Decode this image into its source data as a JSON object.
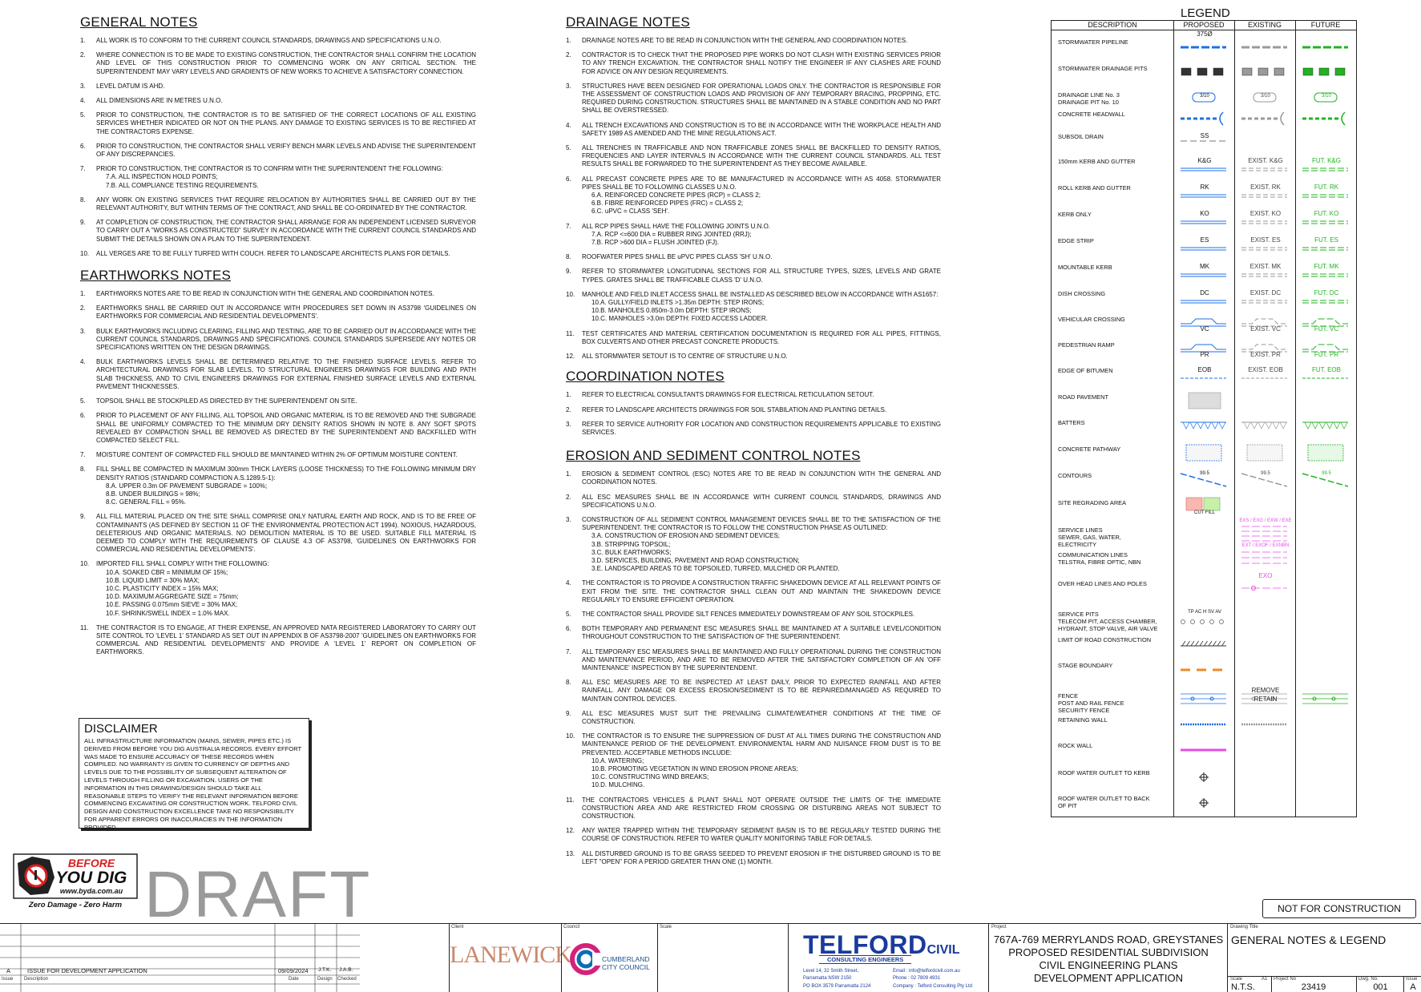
{
  "general": {
    "heading": "GENERAL NOTES",
    "notes": [
      {
        "num": "1.",
        "text": "ALL WORK IS TO CONFORM TO THE CURRENT COUNCIL STANDARDS, DRAWINGS AND SPECIFICATIONS U.N.O."
      },
      {
        "num": "2.",
        "text": "WHERE CONNECTION IS TO BE MADE TO EXISTING CONSTRUCTION, THE CONTRACTOR SHALL CONFIRM THE LOCATION AND LEVEL OF THIS CONSTRUCTION PRIOR TO COMMENCING WORK ON ANY CRITICAL SECTION. THE SUPERINTENDENT MAY VARY LEVELS AND GRADIENTS OF NEW WORKS TO ACHIEVE A SATISFACTORY CONNECTION."
      },
      {
        "num": "3.",
        "text": "LEVEL DATUM IS AHD."
      },
      {
        "num": "4.",
        "text": "ALL DIMENSIONS ARE IN METRES U.N.O."
      },
      {
        "num": "5.",
        "text": "PRIOR TO CONSTRUCTION, THE CONTRACTOR IS TO BE SATISFIED OF THE CORRECT LOCATIONS OF ALL EXISTING SERVICES WHETHER INDICATED OR NOT ON THE PLANS. ANY DAMAGE TO EXISTING SERVICES IS TO BE RECTIFIED AT THE CONTRACTORS EXPENSE."
      },
      {
        "num": "6.",
        "text": "PRIOR TO CONSTRUCTION, THE CONTRACTOR SHALL VERIFY BENCH MARK LEVELS AND ADVISE THE SUPERINTENDENT OF ANY DISCREPANCIES."
      },
      {
        "num": "7.",
        "text": "PRIOR TO CONSTRUCTION, THE CONTRACTOR IS TO CONFIRM WITH THE SUPERINTENDENT THE FOLLOWING:",
        "subs": [
          "7.A.    ALL INSPECTION HOLD POINTS;",
          "7.B.    ALL COMPLIANCE TESTING REQUIREMENTS."
        ]
      },
      {
        "num": "8.",
        "text": "ANY WORK ON EXISTING SERVICES THAT REQUIRE RELOCATION BY AUTHORITIES SHALL BE CARRIED OUT BY THE RELEVANT AUTHORITY, BUT WITHIN TERMS OF THE CONTRACT, AND SHALL BE CO-ORDINATED BY THE CONTRACTOR."
      },
      {
        "num": "9.",
        "text": "AT COMPLETION OF CONSTRUCTION, THE CONTRACTOR SHALL ARRANGE FOR AN INDEPENDENT LICENSED SURVEYOR TO CARRY OUT A \"WORKS AS CONSTRUCTED\" SURVEY IN ACCORDANCE WITH THE CURRENT COUNCIL STANDARDS AND SUBMIT THE DETAILS SHOWN ON A PLAN TO THE SUPERINTENDENT."
      },
      {
        "num": "10.",
        "text": "ALL VERGES ARE TO BE FULLY TURFED WITH COUCH. REFER TO LANDSCAPE ARCHITECTS PLANS FOR DETAILS."
      }
    ]
  },
  "earthworks": {
    "heading": "EARTHWORKS NOTES",
    "notes": [
      {
        "num": "1.",
        "text": "EARTHWORKS NOTES ARE TO BE READ IN CONJUNCTION WITH THE GENERAL AND COORDINATION NOTES."
      },
      {
        "num": "2.",
        "text": "EARTHWORKS SHALL BE CARRIED OUT IN ACCORDANCE WITH PROCEDURES SET DOWN IN AS3798 'GUIDELINES ON EARTHWORKS FOR COMMERCIAL AND RESIDENTIAL DEVELOPMENTS'."
      },
      {
        "num": "3.",
        "text": "BULK EARTHWORKS INCLUDING CLEARING, FILLING AND TESTING, ARE TO BE CARRIED OUT IN ACCORDANCE WITH THE CURRENT COUNCIL STANDARDS, DRAWINGS AND SPECIFICATIONS. COUNCIL STANDARDS SUPERSEDE ANY NOTES OR SPECIFICATIONS WRITTEN ON THE DESIGN DRAWINGS."
      },
      {
        "num": "4.",
        "text": "BULK EARTHWORKS LEVELS SHALL BE DETERMINED RELATIVE TO THE FINISHED SURFACE LEVELS. REFER TO ARCHITECTURAL DRAWINGS FOR SLAB LEVELS, TO STRUCTURAL ENGINEERS DRAWINGS FOR BUILDING AND PATH SLAB THICKNESS, AND TO CIVIL ENGINEERS DRAWINGS FOR EXTERNAL FINISHED SURFACE LEVELS AND EXTERNAL PAVEMENT THICKNESSES."
      },
      {
        "num": "5.",
        "text": "TOPSOIL SHALL BE STOCKPILED AS DIRECTED BY THE SUPERINTENDENT ON SITE."
      },
      {
        "num": "6.",
        "text": "PRIOR TO PLACEMENT OF ANY FILLING, ALL TOPSOIL AND ORGANIC MATERIAL IS TO BE REMOVED AND THE SUBGRADE SHALL BE UNIFORMLY COMPACTED TO THE MINIMUM DRY DENSITY RATIOS SHOWN IN NOTE 8. ANY SOFT SPOTS REVEALED BY COMPACTION SHALL BE REMOVED AS DIRECTED BY THE SUPERINTENDENT AND BACKFILLED WITH COMPACTED SELECT FILL."
      },
      {
        "num": "7.",
        "text": "MOISTURE CONTENT OF COMPACTED FILL SHOULD BE MAINTAINED WITHIN 2% OF OPTIMUM MOISTURE CONTENT."
      },
      {
        "num": "8.",
        "text": "FILL SHALL BE COMPACTED IN MAXIMUM 300mm THICK LAYERS (LOOSE THICKNESS) TO THE FOLLOWING MINIMUM DRY DENSITY RATIOS (STANDARD COMPACTION A.S.1289.5-1):",
        "subs": [
          "8.A.   UPPER 0.3m OF PAVEMENT SUBGRADE = 100%;",
          "8.B.   UNDER BUILDINGS = 98%;",
          "8.C.   GENERAL FILL = 95%."
        ]
      },
      {
        "num": "9.",
        "text": "ALL FILL MATERIAL PLACED ON THE SITE SHALL COMPRISE ONLY NATURAL EARTH AND ROCK, AND IS TO BE FREE OF CONTAMINANTS (AS DEFINED BY SECTION 11 OF THE ENVIRONMENTAL PROTECTION ACT 1994). NOXIOUS, HAZARDOUS, DELETERIOUS AND ORGANIC MATERIALS. NO DEMOLITION MATERIAL IS TO BE USED. SUITABLE FILL MATERIAL IS DEEMED TO COMPLY WITH THE REQUIREMENTS OF CLAUSE 4.3 OF AS3798, 'GUIDELINES ON EARTHWORKS FOR COMMERCIAL AND RESIDENTIAL DEVELOPMENTS'."
      },
      {
        "num": "10.",
        "text": "IMPORTED FILL SHALL COMPLY WITH THE FOLLOWING:",
        "subs": [
          "10.A.   SOAKED CBR = MINIMUM OF 15%;",
          "10.B.   LIQUID LIMIT = 30% MAX;",
          "10.C.   PLASTICITY INDEX = 15% MAX;",
          "10.D.   MAXIMUM AGGREGATE SIZE = 75mm;",
          "10.E.   PASSING 0.075mm SIEVE = 30% MAX;",
          "10.F.   SHRINK/SWELL INDEX = 1.0% MAX."
        ]
      },
      {
        "num": "11.",
        "text": "THE CONTRACTOR IS TO ENGAGE, AT THEIR EXPENSE, AN APPROVED NATA REGISTERED LABORATORY TO CARRY OUT SITE CONTROL TO 'LEVEL 1' STANDARD AS SET OUT IN APPENDIX B OF AS3798-2007 'GUIDELINES ON EARTHWORKS FOR COMMERCIAL AND RESIDENTIAL DEVELOPMENTS' AND PROVIDE A 'LEVEL 1' REPORT ON COMPLETION OF EARTHWORKS."
      }
    ]
  },
  "disclaimer": {
    "heading": "DISCLAIMER",
    "text": "ALL INFRASTRUCTURE INFORMATION (MAINS, SEWER, PIPES ETC.) IS DERIVED FROM BEFORE YOU DIG AUSTRALIA RECORDS. EVERY EFFORT WAS MADE TO ENSURE ACCURACY OF THESE RECORDS WHEN COMPILED. NO WARRANTY IS GIVEN TO CURRENCY OF DEPTHS AND LEVELS DUE TO THE POSSIBILITY OF SUBSEQUENT ALTERATION OF LEVELS THROUGH FILLING OR EXCAVATION. USERS OF THE INFORMATION IN THIS DRAWING/DESIGN SHOULD TAKE ALL REASONABLE STEPS TO VERIFY THE RELEVANT INFORMATION BEFORE COMMENCING EXCAVATING OR CONSTRUCTION WORK. TELFORD CIVIL DESIGN AND CONSTRUCTION EXCELLENCE TAKE NO RESPONSIBILITY FOR APPARENT ERRORS OR INACCURACIES IN THE INFORMATION PROVIDED."
  },
  "byda": {
    "line1": "BEFORE",
    "line2": "YOU DIG",
    "url": "www.byda.com.au",
    "tagline": "Zero Damage - Zero Harm"
  },
  "draft": "DRAFT",
  "drainage": {
    "heading": "DRAINAGE NOTES",
    "notes": [
      {
        "num": "1.",
        "text": "DRAINAGE NOTES ARE TO BE READ IN CONJUNCTION WITH THE GENERAL AND COORDINATION NOTES."
      },
      {
        "num": "2.",
        "text": "CONTRACTOR IS TO CHECK THAT THE PROPOSED PIPE WORKS DO NOT CLASH WITH EXISTING SERVICES PRIOR TO ANY TRENCH EXCAVATION. THE CONTRACTOR SHALL NOTIFY THE ENGINEER IF ANY CLASHES ARE FOUND FOR ADVICE ON ANY DESIGN REQUIREMENTS."
      },
      {
        "num": "3.",
        "text": "STRUCTURES HAVE BEEN DESIGNED FOR OPERATIONAL LOADS ONLY. THE CONTRACTOR IS RESPONSIBLE FOR THE ASSESSMENT OF CONSTRUCTION LOADS AND PROVISION OF ANY TEMPORARY BRACING, PROPPING, ETC. REQUIRED DURING CONSTRUCTION. STRUCTURES SHALL BE MAINTAINED IN A STABLE CONDITION AND NO PART SHALL BE OVERSTRESSED."
      },
      {
        "num": "4.",
        "text": "ALL TRENCH EXCAVATIONS AND CONSTRUCTION IS TO BE IN ACCORDANCE WITH THE WORKPLACE HEALTH AND SAFETY 1989 AS AMENDED AND THE MINE REGULATIONS ACT."
      },
      {
        "num": "5.",
        "text": "ALL TRENCHES IN TRAFFICABLE AND NON TRAFFICABLE ZONES SHALL BE BACKFILLED TO DENSITY RATIOS, FREQUENCIES AND LAYER INTERVALS IN ACCORDANCE WITH THE CURRENT COUNCIL STANDARDS. ALL TEST RESULTS SHALL BE FORWARDED TO THE SUPERINTENDENT AS THEY BECOME AVAILABLE."
      },
      {
        "num": "6.",
        "text": "ALL PRECAST CONCRETE PIPES ARE TO BE MANUFACTURED IN ACCORDANCE WITH AS 4058. STORMWATER PIPES SHALL BE TO FOLLOWING CLASSES U.N.O.",
        "subs": [
          "6.A.   REINFORCED CONCRETE PIPES (RCP) = CLASS 2;",
          "6.B.   FIBRE REINFORCED PIPES (FRC) = CLASS 2;",
          "6.C.   uPVC = CLASS 'SEH'."
        ]
      },
      {
        "num": "7.",
        "text": "ALL RCP PIPES SHALL HAVE THE FOLLOWING JOINTS U.N.O.",
        "subs": [
          "7.A.   RCP <=600 DIA = RUBBER RING JOINTED (RRJ);",
          "7.B.   RCP >600 DIA = FLUSH JOINTED (FJ)."
        ]
      },
      {
        "num": "8.",
        "text": "ROOFWATER PIPES SHALL BE uPVC PIPES CLASS 'SH' U.N.O."
      },
      {
        "num": "9.",
        "text": "REFER TO STORMWATER LONGITUDINAL SECTIONS FOR ALL STRUCTURE TYPES, SIZES, LEVELS AND GRATE TYPES. GRATES SHALL BE TRAFFICABLE CLASS 'D' U.N.O."
      },
      {
        "num": "10.",
        "text": "MANHOLE AND FIELD INLET ACCESS SHALL BE INSTALLED AS DESCRIBED BELOW IN ACCORDANCE WITH AS1657:",
        "subs": [
          "10.A.   GULLY/FIELD INLETS >1.35m DEPTH: STEP IRONS;",
          "10.B.   MANHOLES 0.850m-3.0m DEPTH: STEP IRONS;",
          "10.C.   MANHOLES >3.0m DEPTH: FIXED ACCESS LADDER."
        ]
      },
      {
        "num": "11.",
        "text": "TEST CERTIFICATES AND MATERIAL CERTIFICATION DOCUMENTATION IS REQUIRED FOR ALL PIPES, FITTINGS, BOX CULVERTS AND OTHER PRECAST CONCRETE PRODUCTS."
      },
      {
        "num": "12.",
        "text": "ALL STORMWATER SETOUT IS TO CENTRE OF STRUCTURE U.N.O."
      }
    ]
  },
  "coordination": {
    "heading": "COORDINATION NOTES",
    "notes": [
      {
        "num": "1.",
        "text": "REFER TO ELECTRICAL CONSULTANTS DRAWINGS FOR ELECTRICAL RETICULATION SETOUT."
      },
      {
        "num": "2.",
        "text": "REFER TO LANDSCAPE ARCHITECTS DRAWINGS FOR SOIL STABILATION AND PLANTING DETAILS."
      },
      {
        "num": "3.",
        "text": "REFER TO SERVICE AUTHORITY FOR LOCATION AND CONSTRUCTION REQUIREMENTS APPLICABLE TO EXISTING SERVICES."
      }
    ]
  },
  "erosion": {
    "heading": "EROSION AND SEDIMENT CONTROL NOTES",
    "notes": [
      {
        "num": "1.",
        "text": "EROSION & SEDIMENT CONTROL (ESC) NOTES ARE TO BE READ IN CONJUNCTION WITH THE GENERAL AND COORDINATION NOTES."
      },
      {
        "num": "2.",
        "text": "ALL ESC MEASURES SHALL BE IN ACCORDANCE WITH CURRENT COUNCIL STANDARDS, DRAWINGS AND SPECIFICATIONS U.N.O."
      },
      {
        "num": "3.",
        "text": "CONSTRUCTION OF ALL SEDIMENT CONTROL MANAGEMENT DEVICES SHALL BE TO THE SATISFACTION OF THE SUPERINTENDENT. THE CONTRACTOR IS TO FOLLOW THE CONSTRUCTION PHASE AS OUTLINED:",
        "subs": [
          "3.A.   CONSTRUCTION OF EROSION AND SEDIMENT DEVICES;",
          "3.B.   STRIPPING TOPSOIL;",
          "3.C.   BULK EARTHWORKS;",
          "3.D.   SERVICES, BUILDING, PAVEMENT AND ROAD CONSTRUCTION;",
          "3.E.   LANDSCAPED AREAS TO BE TOPSOILED, TURFED, MULCHED OR PLANTED."
        ]
      },
      {
        "num": "4.",
        "text": "THE CONTRACTOR IS TO PROVIDE A CONSTRUCTION TRAFFIC SHAKEDOWN DEVICE AT ALL RELEVANT POINTS OF EXIT FROM THE SITE. THE CONTRACTOR SHALL CLEAN OUT AND MAINTAIN THE SHAKEDOWN DEVICE REGULARLY TO ENSURE EFFICIENT OPERATION."
      },
      {
        "num": "5.",
        "text": "THE CONTRACTOR SHALL PROVIDE SILT FENCES IMMEDIATELY DOWNSTREAM OF ANY SOIL STOCKPILES."
      },
      {
        "num": "6.",
        "text": "BOTH TEMPORARY AND PERMANENT ESC MEASURES SHALL BE MAINTAINED AT A SUITABLE LEVEL/CONDITION THROUGHOUT CONSTRUCTION TO THE SATISFACTION OF THE SUPERINTENDENT."
      },
      {
        "num": "7.",
        "text": "ALL TEMPORARY ESC MEASURES SHALL BE MAINTAINED AND FULLY OPERATIONAL DURING THE CONSTRUCTION AND MAINTENANCE PERIOD, AND ARE TO BE REMOVED AFTER THE SATISFACTORY COMPLETION OF AN 'OFF MAINTENANCE' INSPECTION BY THE SUPERINTENDENT."
      },
      {
        "num": "8.",
        "text": "ALL ESC MEASURES ARE TO BE INSPECTED AT LEAST DAILY, PRIOR TO EXPECTED RAINFALL AND AFTER RAINFALL. ANY DAMAGE OR EXCESS EROSION/SEDIMENT IS TO BE REPAIRED/MANAGED AS REQUIRED TO MAINTAIN CONTROL DEVICES."
      },
      {
        "num": "9.",
        "text": "ALL ESC MEASURES MUST SUIT THE PREVAILING CLIMATE/WEATHER CONDITIONS AT THE TIME OF CONSTRUCTION."
      },
      {
        "num": "10.",
        "text": "THE CONTRACTOR IS TO ENSURE THE SUPPRESSION OF DUST AT ALL TIMES DURING THE CONSTRUCTION AND MAINTENANCE PERIOD OF THE DEVELOPMENT. ENVIRONMENTAL HARM AND NUISANCE FROM DUST IS TO BE PREVENTED. ACCEPTABLE METHODS INCLUDE:",
        "subs": [
          "10.A.   WATERING;",
          "10.B.   PROMOTING VEGETATION IN WIND EROSION PRONE AREAS;",
          "10.C.   CONSTRUCTING WIND BREAKS;",
          "10.D.   MULCHING."
        ]
      },
      {
        "num": "11.",
        "text": "THE CONTRACTORS VEHICLES & PLANT SHALL NOT OPERATE OUTSIDE THE LIMITS OF THE IMMEDIATE CONSTRUCTION AREA AND ARE RESTRICTED FROM CROSSING OR DISTURBING AREAS NOT SUBJECT TO CONSTRUCTION."
      },
      {
        "num": "12.",
        "text": "ANY WATER TRAPPED WITHIN THE TEMPORARY SEDIMENT BASIN IS TO BE REGULARLY TESTED DURING THE COURSE OF CONSTRUCTION. REFER TO WATER QUALITY MONITORING TABLE FOR DETAILS."
      },
      {
        "num": "13.",
        "text": "ALL DISTURBED GROUND IS TO BE GRASS SEEDED TO PREVENT EROSION IF THE DISTURBED GROUND IS TO BE LEFT \"OPEN\" FOR A PERIOD GREATER THAN ONE (1) MONTH."
      }
    ]
  },
  "legend": {
    "title": "LEGEND",
    "headers": [
      "DESCRIPTION",
      "PROPOSED",
      "EXISTING",
      "FUTURE"
    ],
    "colors": {
      "proposed_blue": "#1e6fe8",
      "existing_grey": "#9a9a9a",
      "future_green": "#22b322",
      "magenta": "#e64ce6",
      "orange": "#f08a1e",
      "pink_fill": "#f6b8b0",
      "green_fill": "#c8f0a8"
    },
    "rows": [
      {
        "desc": "STORMWATER PIPELINE",
        "proposed": "375Ø",
        "existing": "",
        "future": ""
      },
      {
        "desc": "STORMWATER DRAINAGE PITS",
        "proposed": "",
        "existing": "",
        "future": ""
      },
      {
        "desc": "DRAINAGE LINE No. 3\nDRAINAGE PIT No. 10",
        "proposed": "3/10",
        "existing": "3/10",
        "future": "3/10"
      },
      {
        "desc": "CONCRETE HEADWALL",
        "proposed": "",
        "existing": "",
        "future": ""
      },
      {
        "desc": "SUBSOIL DRAIN",
        "proposed": "SS",
        "existing": "",
        "future": ""
      },
      {
        "desc": "150mm KERB AND GUTTER",
        "proposed": "K&G",
        "existing": "EXIST. K&G",
        "future": "FUT. K&G"
      },
      {
        "desc": "ROLL KERB AND GUTTER",
        "proposed": "RK",
        "existing": "EXIST. RK",
        "future": "FUT. RK"
      },
      {
        "desc": "KERB ONLY",
        "proposed": "KO",
        "existing": "EXIST. KO",
        "future": "FUT. KO"
      },
      {
        "desc": "EDGE STRIP",
        "proposed": "ES",
        "existing": "EXIST. ES",
        "future": "FUT. ES"
      },
      {
        "desc": "MOUNTABLE KERB",
        "proposed": "MK",
        "existing": "EXIST. MK",
        "future": "FUT. MK"
      },
      {
        "desc": "DISH CROSSING",
        "proposed": "DC",
        "existing": "EXIST. DC",
        "future": "FUT. DC"
      },
      {
        "desc": "VEHICULAR CROSSING",
        "proposed": "VC",
        "existing": "EXIST. VC",
        "future": "FUT. VC"
      },
      {
        "desc": "PEDESTRIAN RAMP",
        "proposed": "PR",
        "existing": "EXIST. PR",
        "future": "FUT. PR"
      },
      {
        "desc": "EDGE OF BITUMEN",
        "proposed": "EOB",
        "existing": "EXIST. EOB",
        "future": "FUT. EOB"
      },
      {
        "desc": "ROAD PAVEMENT",
        "proposed": "",
        "existing": "",
        "future": ""
      },
      {
        "desc": "BATTERS",
        "proposed": "",
        "existing": "",
        "future": ""
      },
      {
        "desc": "CONCRETE PATHWAY",
        "proposed": "",
        "existing": "",
        "future": ""
      },
      {
        "desc": "CONTOURS",
        "proposed": "99.5",
        "existing": "99.5",
        "future": "99.5"
      },
      {
        "desc": "SITE REGRADING AREA",
        "proposed": "CUT   FILL",
        "existing": "",
        "future": ""
      },
      {
        "desc": "SERVICE LINES\nSEWER, GAS, WATER,\nELECTRICITY",
        "proposed": "",
        "existing": "EXS / EXG / EXW / EXE",
        "future": ""
      },
      {
        "desc": "COMMUNICATION LINES\nTELSTRA, FIBRE OPTIC, NBN",
        "proposed": "",
        "existing": "EXT / EXOF / EXNBN",
        "future": ""
      },
      {
        "desc": "OVER HEAD LINES AND POLES",
        "proposed": "",
        "existing": "EXO",
        "future": ""
      },
      {
        "desc": "SERVICE PITS\nTELECOM PIT, ACCESS CHAMBER,\nHYDRANT, STOP VALVE, AIR VALVE",
        "proposed": "TP  AC  H  SV  AV",
        "existing": "",
        "future": ""
      },
      {
        "desc": "LIMIT OF ROAD CONSTRUCTION",
        "proposed": "",
        "existing": "",
        "future": ""
      },
      {
        "desc": "STAGE BOUNDARY",
        "proposed": "",
        "existing": "",
        "future": ""
      },
      {
        "desc": "FENCE\nPOST AND RAIL FENCE\nSECURITY FENCE",
        "proposed": "",
        "existing": "REMOVE\nRETAIN",
        "future": ""
      },
      {
        "desc": "RETAINING WALL",
        "proposed": "",
        "existing": "",
        "future": ""
      },
      {
        "desc": "ROCK WALL",
        "proposed": "",
        "existing": "",
        "future": ""
      },
      {
        "desc": "ROOF WATER OUTLET TO KERB",
        "proposed": "",
        "existing": "",
        "future": ""
      },
      {
        "desc": "ROOF WATER OUTLET TO BACK\nOF PIT",
        "proposed": "",
        "existing": "",
        "future": ""
      }
    ]
  },
  "not_for_construction": "NOT FOR CONSTRUCTION",
  "titleblock": {
    "revision": {
      "rev": "A",
      "description": "ISSUE FOR DEVELOPMENT APPLICATION",
      "date": "09/09/2024",
      "design": "J.T.K.",
      "checked": "J.A.B."
    },
    "rev_headers": {
      "issue": "Issue",
      "description": "Description",
      "date": "Date",
      "design": "Design",
      "checked": "Checked"
    },
    "client_label": "Client",
    "client": "LANEWICK",
    "council_label": "Council",
    "council_line1": "CUMBERLAND",
    "council_line2": "CITY COUNCIL",
    "scale_label": "Scale",
    "company": {
      "name": "TELFORD",
      "suffix": "CIVIL",
      "sub": "CONSULTING ENGINEERS",
      "addr1": "Level 14, 32 Smith Street,",
      "addr2": "Parramatta NSW 2150",
      "addr3": "PO BOX 3579 Parramatta 2124",
      "email": "Email : info@telfordcivil.com.au",
      "phone": "Phone :  02 7809 4931",
      "co": "Company : Telford Consulting Pty Ltd"
    },
    "project_label": "Project",
    "project": [
      "767A-769 MERRYLANDS ROAD, GREYSTANES",
      "PROPOSED RESIDENTIAL SUBDIVISION",
      "CIVIL ENGINEERING PLANS",
      "DEVELOPMENT APPLICATION"
    ],
    "drawing_title_label": "Drawing Title",
    "drawing_title": "GENERAL NOTES & LEGEND",
    "scale_hdr": "Scale",
    "scale_size": "A1",
    "scale_val": "N.T.S.",
    "projno_label": "Project No",
    "projno": "23419",
    "dwgno_label": "Dwg. No.",
    "dwgno": "001",
    "issue_label": "Issue",
    "issue": "A"
  }
}
